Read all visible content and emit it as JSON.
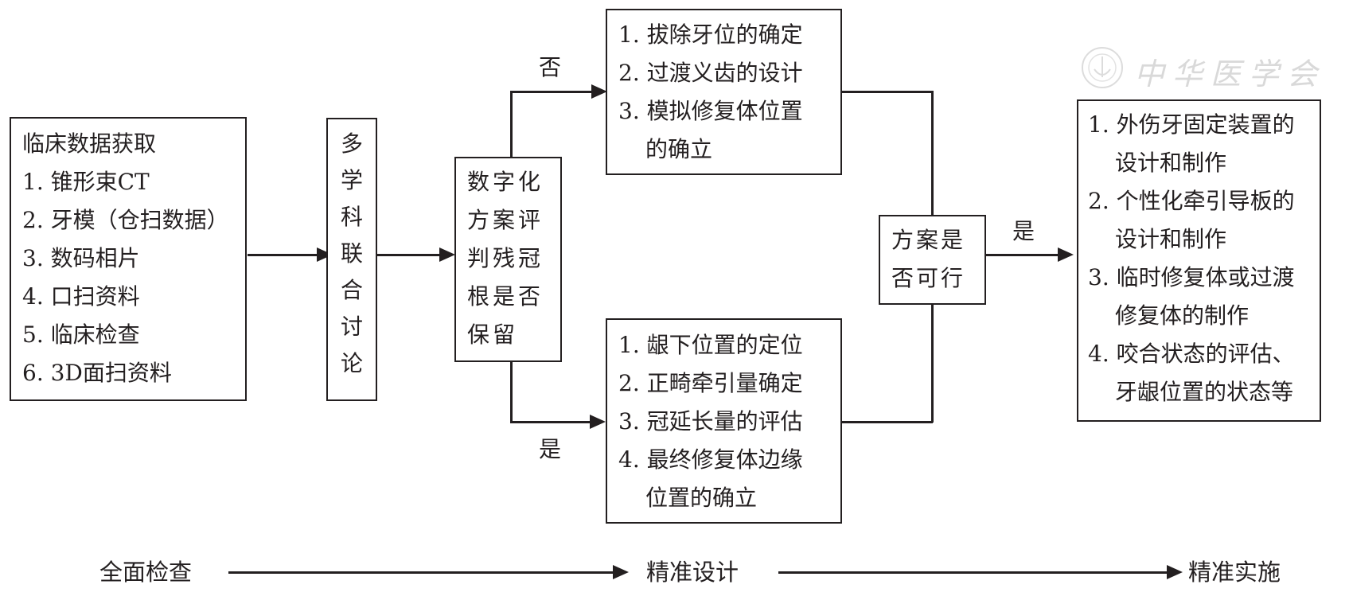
{
  "watermark": {
    "text": "中华医学会",
    "emblem": "cma-emblem-icon"
  },
  "boxes": {
    "clinical_data": {
      "title": "临床数据获取",
      "items": [
        "1. 锥形束CT",
        "2. 牙模（仓扫数据）",
        "3. 数码相片",
        "4. 口扫资料",
        "5. 临床检查",
        "6. 3D面扫资料"
      ]
    },
    "mdt": {
      "chars": [
        "多",
        "学",
        "科",
        "联",
        "合",
        "讨",
        "论"
      ]
    },
    "decision_retain": {
      "lines": [
        "数字化",
        "方案评",
        "判残冠",
        "根是否",
        "保留"
      ]
    },
    "branch_no": {
      "lines": [
        "1. 拔除牙位的确定",
        "2. 过渡义齿的设计",
        "3. 模拟修复体位置",
        "的确立"
      ]
    },
    "branch_yes": {
      "lines": [
        "1. 龈下位置的定位",
        "2. 正畸牵引量确定",
        "3. 冠延长量的评估",
        "4. 最终修复体边缘",
        "位置的确立"
      ]
    },
    "feasible": {
      "lines": [
        "方案是",
        "否可行"
      ]
    },
    "implementation": {
      "lines": [
        "1. 外伤牙固定装置的",
        "设计和制作",
        "2. 个性化牵引导板的",
        "设计和制作",
        "3. 临时修复体或过渡",
        "修复体的制作",
        "4. 咬合状态的评估、",
        "牙龈位置的状态等"
      ]
    }
  },
  "edge_labels": {
    "no": "否",
    "yes_lower": "是",
    "yes_right": "是"
  },
  "timeline": {
    "stages": [
      "全面检查",
      "精准设计",
      "精准实施"
    ]
  }
}
